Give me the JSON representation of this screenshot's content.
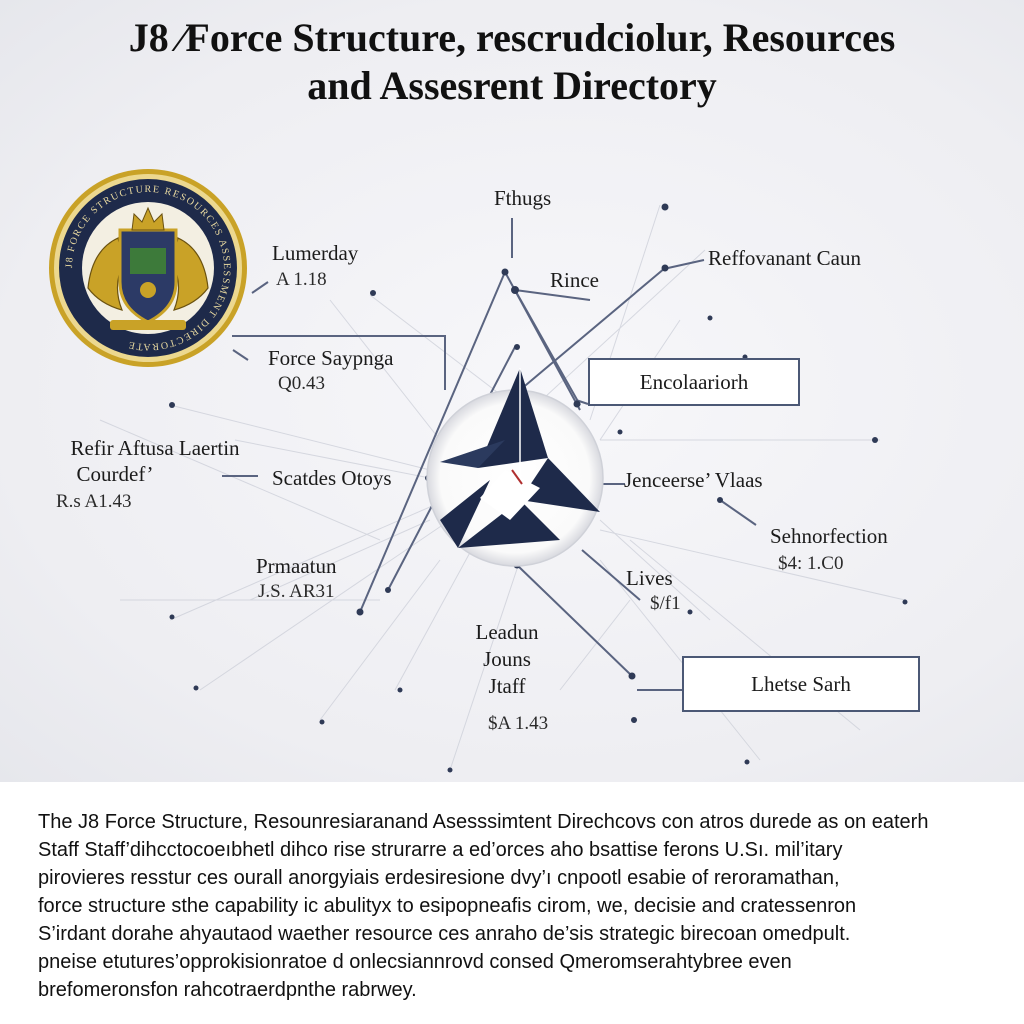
{
  "title": {
    "line1": "J8 ∕Force Structure, rescrudciolur, Resources",
    "line2": "and Assesrent Directory"
  },
  "nodes": {
    "fthugs": {
      "label": "Fthugs"
    },
    "lumerday": {
      "label": "Lumerday",
      "value": "A 1.18"
    },
    "rince": {
      "label": "Rince"
    },
    "reffovanant": {
      "label": "Reffovanant Caun"
    },
    "force_supply": {
      "label": "Force Saypnga",
      "value": "Q0.43"
    },
    "encolaariorth": {
      "label": "Encolaariorh"
    },
    "refir": {
      "line1": "Refir Aftusa Laertin",
      "line2": "Courdef’",
      "value": "R.s A1.43"
    },
    "catdes": {
      "label": "Scatdes Otoys"
    },
    "jenceerse": {
      "label": "Jenceerse’ Vlaas"
    },
    "sehnorfection": {
      "label": "Sehnorfection",
      "value": "$4: 1.C0"
    },
    "prmaatun": {
      "label": "Prmaatun",
      "value": "J.S. AR31"
    },
    "lives": {
      "label": "Lives",
      "value": "$/f1"
    },
    "leadun": {
      "line1": "Leadun",
      "line2": "Jouns",
      "line3": "Jtaff",
      "value": "$A 1.43"
    },
    "thetse": {
      "label": "Lhetse Sarh"
    }
  },
  "description": [
    "The J8 Force Structure, Resounresiaranand Asesssimtent Direchcovs con atros durede as on eaterh",
    "Staff Staff’dihcctocoeıbhetl dihco rise strurarre a ed’orces aho bsattise ferons U.Sı. mil’itary",
    "pirovieres resstur ces ourall anorgyiais erdesiresione dvy’ı cnpootl esabie of reroramathan,",
    "force structure sthe capability ic abulityx to esipopneafis cirom, we, decisie and cratessenron",
    "S’irdant dorahe ahyautaod waether resource ces anraho de’sis strategic birecoan omedpult.",
    "pneise etutures’opprokisionratoe d onlecsiannrovd consed Qmeromserahtybree even",
    "brefomeronsfon rahcotraerdpnthe rabrwey."
  ],
  "colors": {
    "navy": "#1e2a4a",
    "gold": "#c9a227",
    "line": "#5a6480",
    "box_border": "#4b5875"
  },
  "emblem": {
    "seal_text": "J8 FORCE STRUCTURE RESOURCES ASSESSMENT DIRECTORATE"
  },
  "icons": {
    "emblem": "seal-icon",
    "central": "compass-star-icon"
  }
}
